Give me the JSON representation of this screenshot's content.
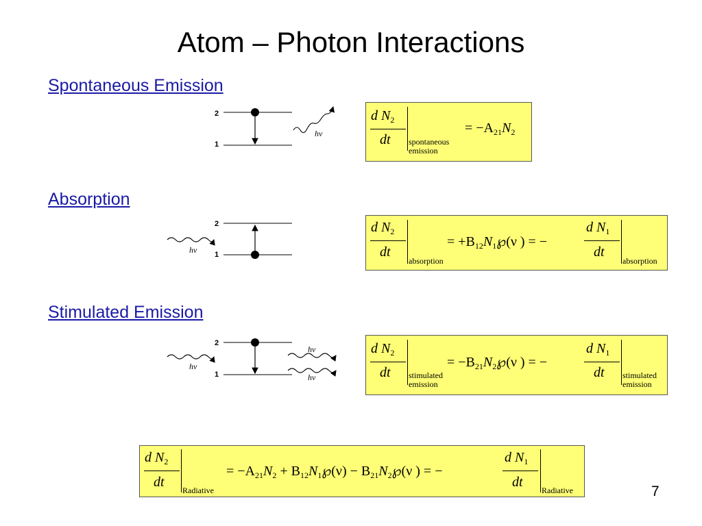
{
  "title": "Atom – Photon Interactions",
  "page_number": "7",
  "sections": {
    "spontaneous": {
      "heading": "Spontaneous Emission",
      "level_upper": "2",
      "level_lower": "1",
      "photon_label": "hν",
      "equation": {
        "lhs_num": "d N",
        "lhs_num_sub": "2",
        "lhs_den": "dt",
        "condition_line1": "spontaneous",
        "condition_line2": "emission",
        "rhs": "= −A",
        "rhs_sub": "21",
        "rhs_tail": "N",
        "rhs_tail_sub": "2"
      }
    },
    "absorption": {
      "heading": "Absorption",
      "level_upper": "2",
      "level_lower": "1",
      "photon_label": "hν",
      "equation": {
        "lhs_num": "d N",
        "lhs_num_sub": "2",
        "lhs_den": "dt",
        "condition_left": "absorption",
        "mid": "= +B",
        "mid_sub1": "12",
        "mid_n": "N",
        "mid_sub2": "1",
        "mid_tail": "℘(ν ) = −",
        "rhs_num": "d N",
        "rhs_num_sub": "1",
        "rhs_den": "dt",
        "condition_right": "absorption"
      }
    },
    "stimulated": {
      "heading": "Stimulated Emission",
      "level_upper": "2",
      "level_lower": "1",
      "photon_in_label": "hν",
      "photon_out_top_label": "hν",
      "photon_out_bottom_label": "hν",
      "equation": {
        "lhs_num": "d N",
        "lhs_num_sub": "2",
        "lhs_den": "dt",
        "condition_left_line1": "stimulated",
        "condition_left_line2": "emission",
        "mid": "= −B",
        "mid_sub1": "21",
        "mid_n": "N",
        "mid_sub2": "2",
        "mid_tail": "℘(ν ) = −",
        "rhs_num": "d N",
        "rhs_num_sub": "1",
        "rhs_den": "dt",
        "condition_right_line1": "stimulated",
        "condition_right_line2": "emission"
      }
    }
  },
  "total_equation": {
    "lhs_num": "d N",
    "lhs_num_sub": "2",
    "lhs_den": "dt",
    "condition_left": "Radiative",
    "part1": "= −A",
    "part1_sub": "21",
    "part2": "N",
    "part2_sub": "2",
    "part3": "+ B",
    "part3_sub": "12",
    "part4": "N",
    "part4_sub": "1",
    "part5": "℘(ν) − B",
    "part5_sub": "21",
    "part6": "N",
    "part6_sub": "2",
    "part7": "℘(ν ) = −",
    "rhs_num": "d N",
    "rhs_num_sub": "1",
    "rhs_den": "dt",
    "condition_right": "Radiative"
  },
  "colors": {
    "heading": "#1a1aa6",
    "equation_box": "#ffff77",
    "ink": "#000000"
  }
}
